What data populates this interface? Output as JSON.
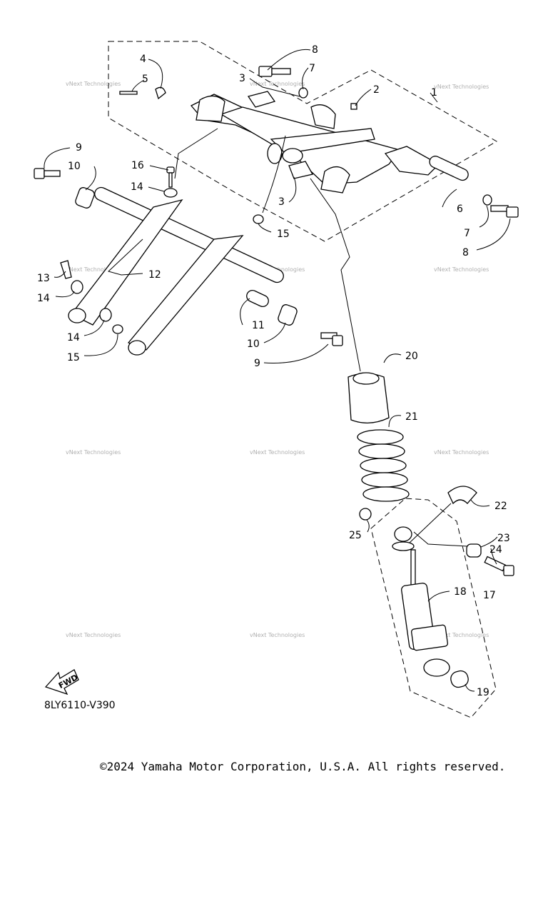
{
  "diagram": {
    "callouts": [
      {
        "id": "c1",
        "label": "1"
      },
      {
        "id": "c2",
        "label": "2"
      },
      {
        "id": "c3a",
        "label": "3"
      },
      {
        "id": "c3b",
        "label": "3"
      },
      {
        "id": "c4",
        "label": "4"
      },
      {
        "id": "c5",
        "label": "5"
      },
      {
        "id": "c6",
        "label": "6"
      },
      {
        "id": "c7a",
        "label": "7"
      },
      {
        "id": "c7b",
        "label": "7"
      },
      {
        "id": "c8a",
        "label": "8"
      },
      {
        "id": "c8b",
        "label": "8"
      },
      {
        "id": "c9a",
        "label": "9"
      },
      {
        "id": "c9b",
        "label": "9"
      },
      {
        "id": "c10a",
        "label": "10"
      },
      {
        "id": "c10b",
        "label": "10"
      },
      {
        "id": "c11",
        "label": "11"
      },
      {
        "id": "c12",
        "label": "12"
      },
      {
        "id": "c13",
        "label": "13"
      },
      {
        "id": "c14a",
        "label": "14"
      },
      {
        "id": "c14b",
        "label": "14"
      },
      {
        "id": "c14c",
        "label": "14"
      },
      {
        "id": "c15a",
        "label": "15"
      },
      {
        "id": "c15b",
        "label": "15"
      },
      {
        "id": "c16",
        "label": "16"
      },
      {
        "id": "c17",
        "label": "17"
      },
      {
        "id": "c18",
        "label": "18"
      },
      {
        "id": "c19",
        "label": "19"
      },
      {
        "id": "c20",
        "label": "20"
      },
      {
        "id": "c21",
        "label": "21"
      },
      {
        "id": "c22",
        "label": "22"
      },
      {
        "id": "c23",
        "label": "23"
      },
      {
        "id": "c24",
        "label": "24"
      },
      {
        "id": "c25",
        "label": "25"
      }
    ],
    "watermark_text": "vNext Technologies",
    "fwd_label": "FWD",
    "diagram_code": "8LY6110-V390"
  },
  "footer": {
    "copyright": "©2024 Yamaha Motor Corporation, U.S.A. All rights reserved."
  }
}
